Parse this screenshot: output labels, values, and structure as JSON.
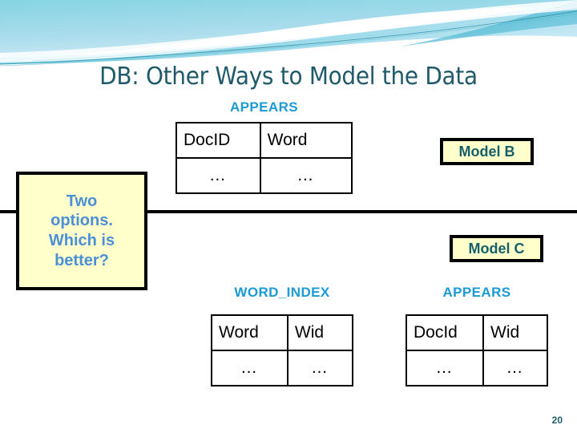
{
  "slide": {
    "title": "DB: Other Ways to Model the Data",
    "page_number": "20",
    "colors": {
      "title_teal": "#1F5A6B",
      "caption_blue": "#1B9AD4",
      "callout_fill": "#FFFFCC",
      "callout_border": "#000000",
      "question_text_blue": "#4A90D9",
      "model_text_teal": "#15606B",
      "header_gradient_from": "#7FD3E0",
      "header_gradient_to": "#9FD9EA"
    }
  },
  "model_b": {
    "caption": "APPEARS",
    "badge_label": "Model B",
    "table": {
      "headers": [
        "DocID",
        "Word"
      ],
      "rows": [
        [
          "…",
          "…"
        ]
      ]
    }
  },
  "question": {
    "label": "Two options. Which is better?",
    "lines": [
      "Two",
      "options.",
      "Which is",
      "better?"
    ]
  },
  "model_c": {
    "badge_label": "Model C",
    "tables": [
      {
        "caption": "WORD_INDEX",
        "headers": [
          "Word",
          "Wid"
        ],
        "rows": [
          [
            "…",
            "…"
          ]
        ]
      },
      {
        "caption": "APPEARS",
        "headers": [
          "DocId",
          "Wid"
        ],
        "rows": [
          [
            "…",
            "…"
          ]
        ]
      }
    ]
  }
}
